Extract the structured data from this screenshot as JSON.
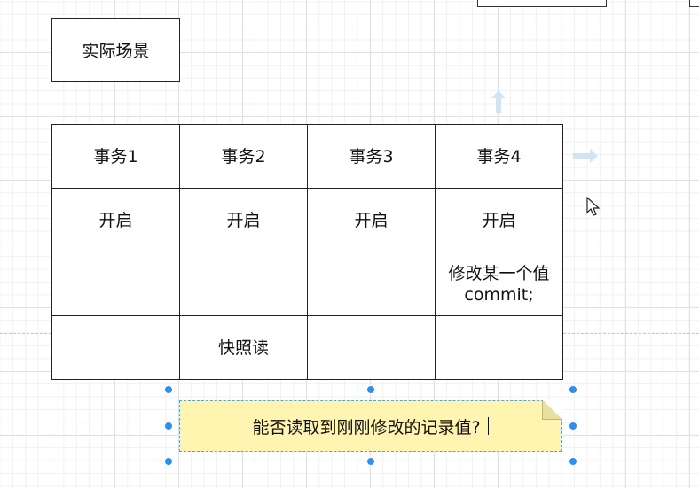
{
  "canvas": {
    "accent_color": "#2d8ff0",
    "sticky_color": "#fff4b0"
  },
  "title_box": {
    "label": "实际场景"
  },
  "table": {
    "rows": [
      [
        "事务1",
        "事务2",
        "事务3",
        "事务4"
      ],
      [
        "开启",
        "开启",
        "开启",
        "开启"
      ],
      [
        "",
        "",
        "",
        "修改某一个值\ncommit;"
      ],
      [
        "",
        "快照读",
        "",
        ""
      ]
    ]
  },
  "note": {
    "text": "能否读取到刚刚修改的记录值?"
  },
  "icons": [
    "arrow-up-icon",
    "arrow-right-icon",
    "cursor-icon"
  ]
}
